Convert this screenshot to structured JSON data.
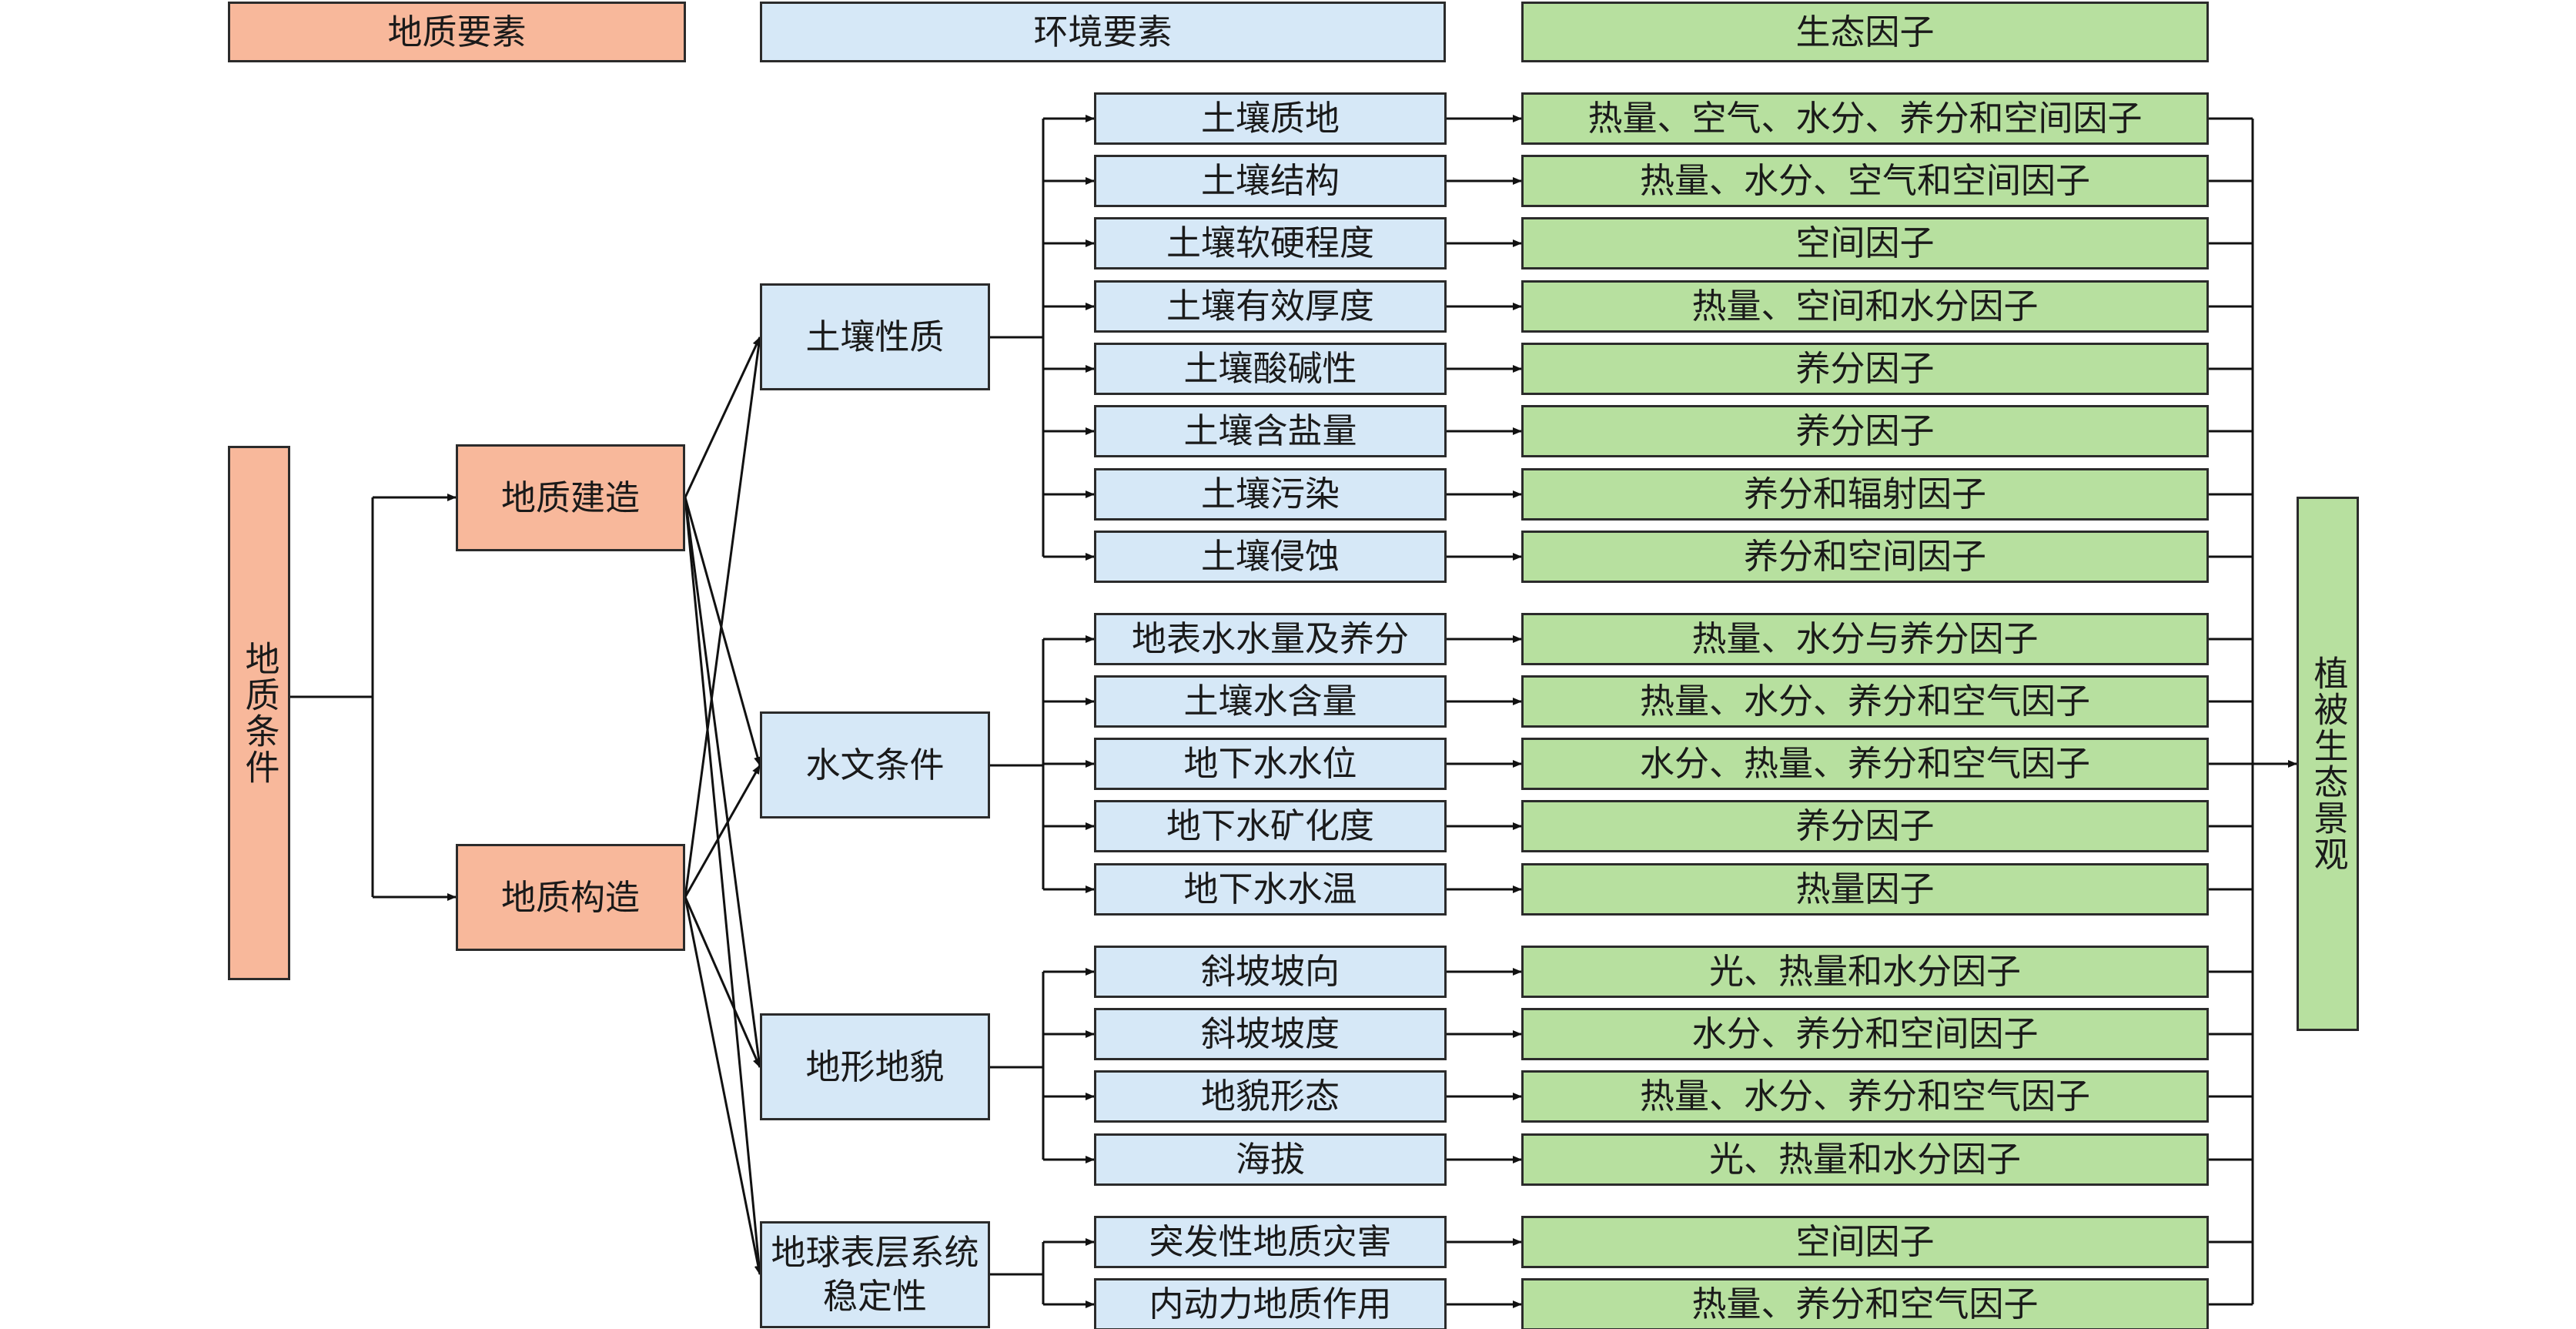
{
  "header": {
    "geo": "地质要素",
    "env": "环境要素",
    "eco": "生态因子"
  },
  "colors": {
    "geo_fill": "#f8b89b",
    "env_fill": "#d6e8f7",
    "eco_fill": "#b7e09f",
    "line": "#111111"
  },
  "root": "地质条件",
  "geology": [
    "地质建造",
    "地质构造"
  ],
  "groups": [
    {
      "name": "土壤性质",
      "items": [
        {
          "element": "土壤质地",
          "factor": "热量、空气、水分、养分和空间因子"
        },
        {
          "element": "土壤结构",
          "factor": "热量、水分、空气和空间因子"
        },
        {
          "element": "土壤软硬程度",
          "factor": "空间因子"
        },
        {
          "element": "土壤有效厚度",
          "factor": "热量、空间和水分因子"
        },
        {
          "element": "土壤酸碱性",
          "factor": "养分因子"
        },
        {
          "element": "土壤含盐量",
          "factor": "养分因子"
        },
        {
          "element": "土壤污染",
          "factor": "养分和辐射因子"
        },
        {
          "element": "土壤侵蚀",
          "factor": "养分和空间因子"
        }
      ]
    },
    {
      "name": "水文条件",
      "items": [
        {
          "element": "地表水水量及养分",
          "factor": "热量、水分与养分因子"
        },
        {
          "element": "土壤水含量",
          "factor": "热量、水分、养分和空气因子"
        },
        {
          "element": "地下水水位",
          "factor": "水分、热量、养分和空气因子"
        },
        {
          "element": "地下水矿化度",
          "factor": "养分因子"
        },
        {
          "element": "地下水水温",
          "factor": "热量因子"
        }
      ]
    },
    {
      "name": "地形地貌",
      "items": [
        {
          "element": "斜坡坡向",
          "factor": "光、热量和水分因子"
        },
        {
          "element": "斜坡坡度",
          "factor": "水分、养分和空间因子"
        },
        {
          "element": "地貌形态",
          "factor": "热量、水分、养分和空气因子"
        },
        {
          "element": "海拔",
          "factor": "光、热量和水分因子"
        }
      ]
    },
    {
      "name": "地球表层系统稳定性",
      "items": [
        {
          "element": "突发性地质灾害",
          "factor": "空间因子"
        },
        {
          "element": "内动力地质作用",
          "factor": "热量、养分和空气因子"
        }
      ]
    }
  ],
  "target": "植被生态景观"
}
